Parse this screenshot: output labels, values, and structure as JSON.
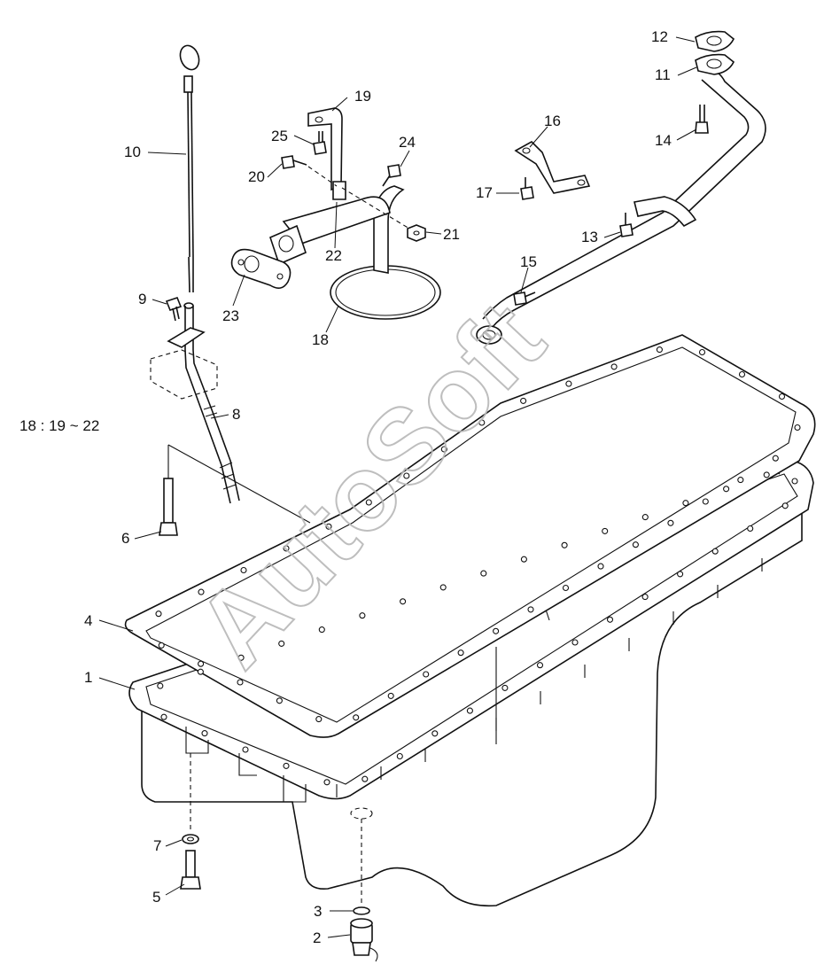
{
  "diagram": {
    "type": "exploded-parts-diagram",
    "note": "18 : 19 ~ 22",
    "watermark": "AutoSoft",
    "callouts": [
      {
        "id": "c1",
        "label": "1"
      },
      {
        "id": "c2",
        "label": "2"
      },
      {
        "id": "c3",
        "label": "3"
      },
      {
        "id": "c4",
        "label": "4"
      },
      {
        "id": "c5",
        "label": "5"
      },
      {
        "id": "c6",
        "label": "6"
      },
      {
        "id": "c7",
        "label": "7"
      },
      {
        "id": "c8",
        "label": "8"
      },
      {
        "id": "c9",
        "label": "9"
      },
      {
        "id": "c10",
        "label": "10"
      },
      {
        "id": "c11",
        "label": "11"
      },
      {
        "id": "c12",
        "label": "12"
      },
      {
        "id": "c13",
        "label": "13"
      },
      {
        "id": "c14",
        "label": "14"
      },
      {
        "id": "c15",
        "label": "15"
      },
      {
        "id": "c16",
        "label": "16"
      },
      {
        "id": "c17",
        "label": "17"
      },
      {
        "id": "c18",
        "label": "18"
      },
      {
        "id": "c19",
        "label": "19"
      },
      {
        "id": "c20",
        "label": "20"
      },
      {
        "id": "c21",
        "label": "21"
      },
      {
        "id": "c22",
        "label": "22"
      },
      {
        "id": "c23",
        "label": "23"
      },
      {
        "id": "c24",
        "label": "24"
      },
      {
        "id": "c25",
        "label": "25"
      }
    ]
  }
}
